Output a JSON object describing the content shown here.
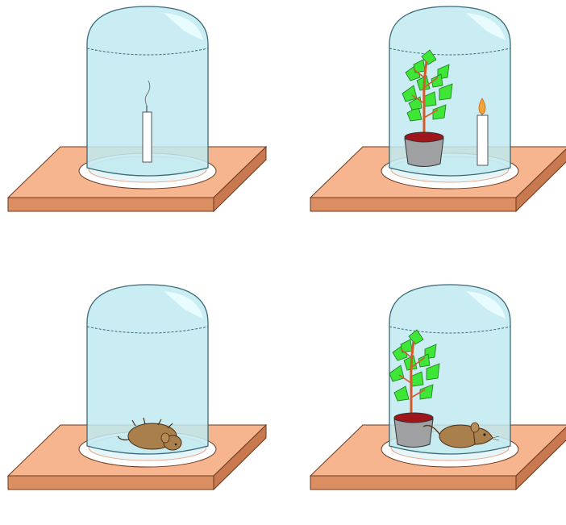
{
  "figure": {
    "panels": [
      {
        "id": "jar-candle-extinguished",
        "contents": [
          "candle",
          "smoke"
        ]
      },
      {
        "id": "jar-plant-candle-burning",
        "contents": [
          "potted-plant",
          "candle",
          "flame"
        ]
      },
      {
        "id": "jar-mouse-dead",
        "contents": [
          "mouse"
        ]
      },
      {
        "id": "jar-plant-mouse-alive",
        "contents": [
          "potted-plant",
          "mouse"
        ]
      }
    ],
    "colors": {
      "board_top": "#f7b58f",
      "board_side": "#dc8e63",
      "glass": "#bfeaf1",
      "glass_outline": "#3a6a77",
      "leaf": "#3ee638",
      "stem": "#d45a2a",
      "pot": "#9ea0a2",
      "soil": "#a0141b",
      "mouse": "#a97f4c",
      "flame": "#f4a43a",
      "candle": "#ffffff"
    }
  }
}
